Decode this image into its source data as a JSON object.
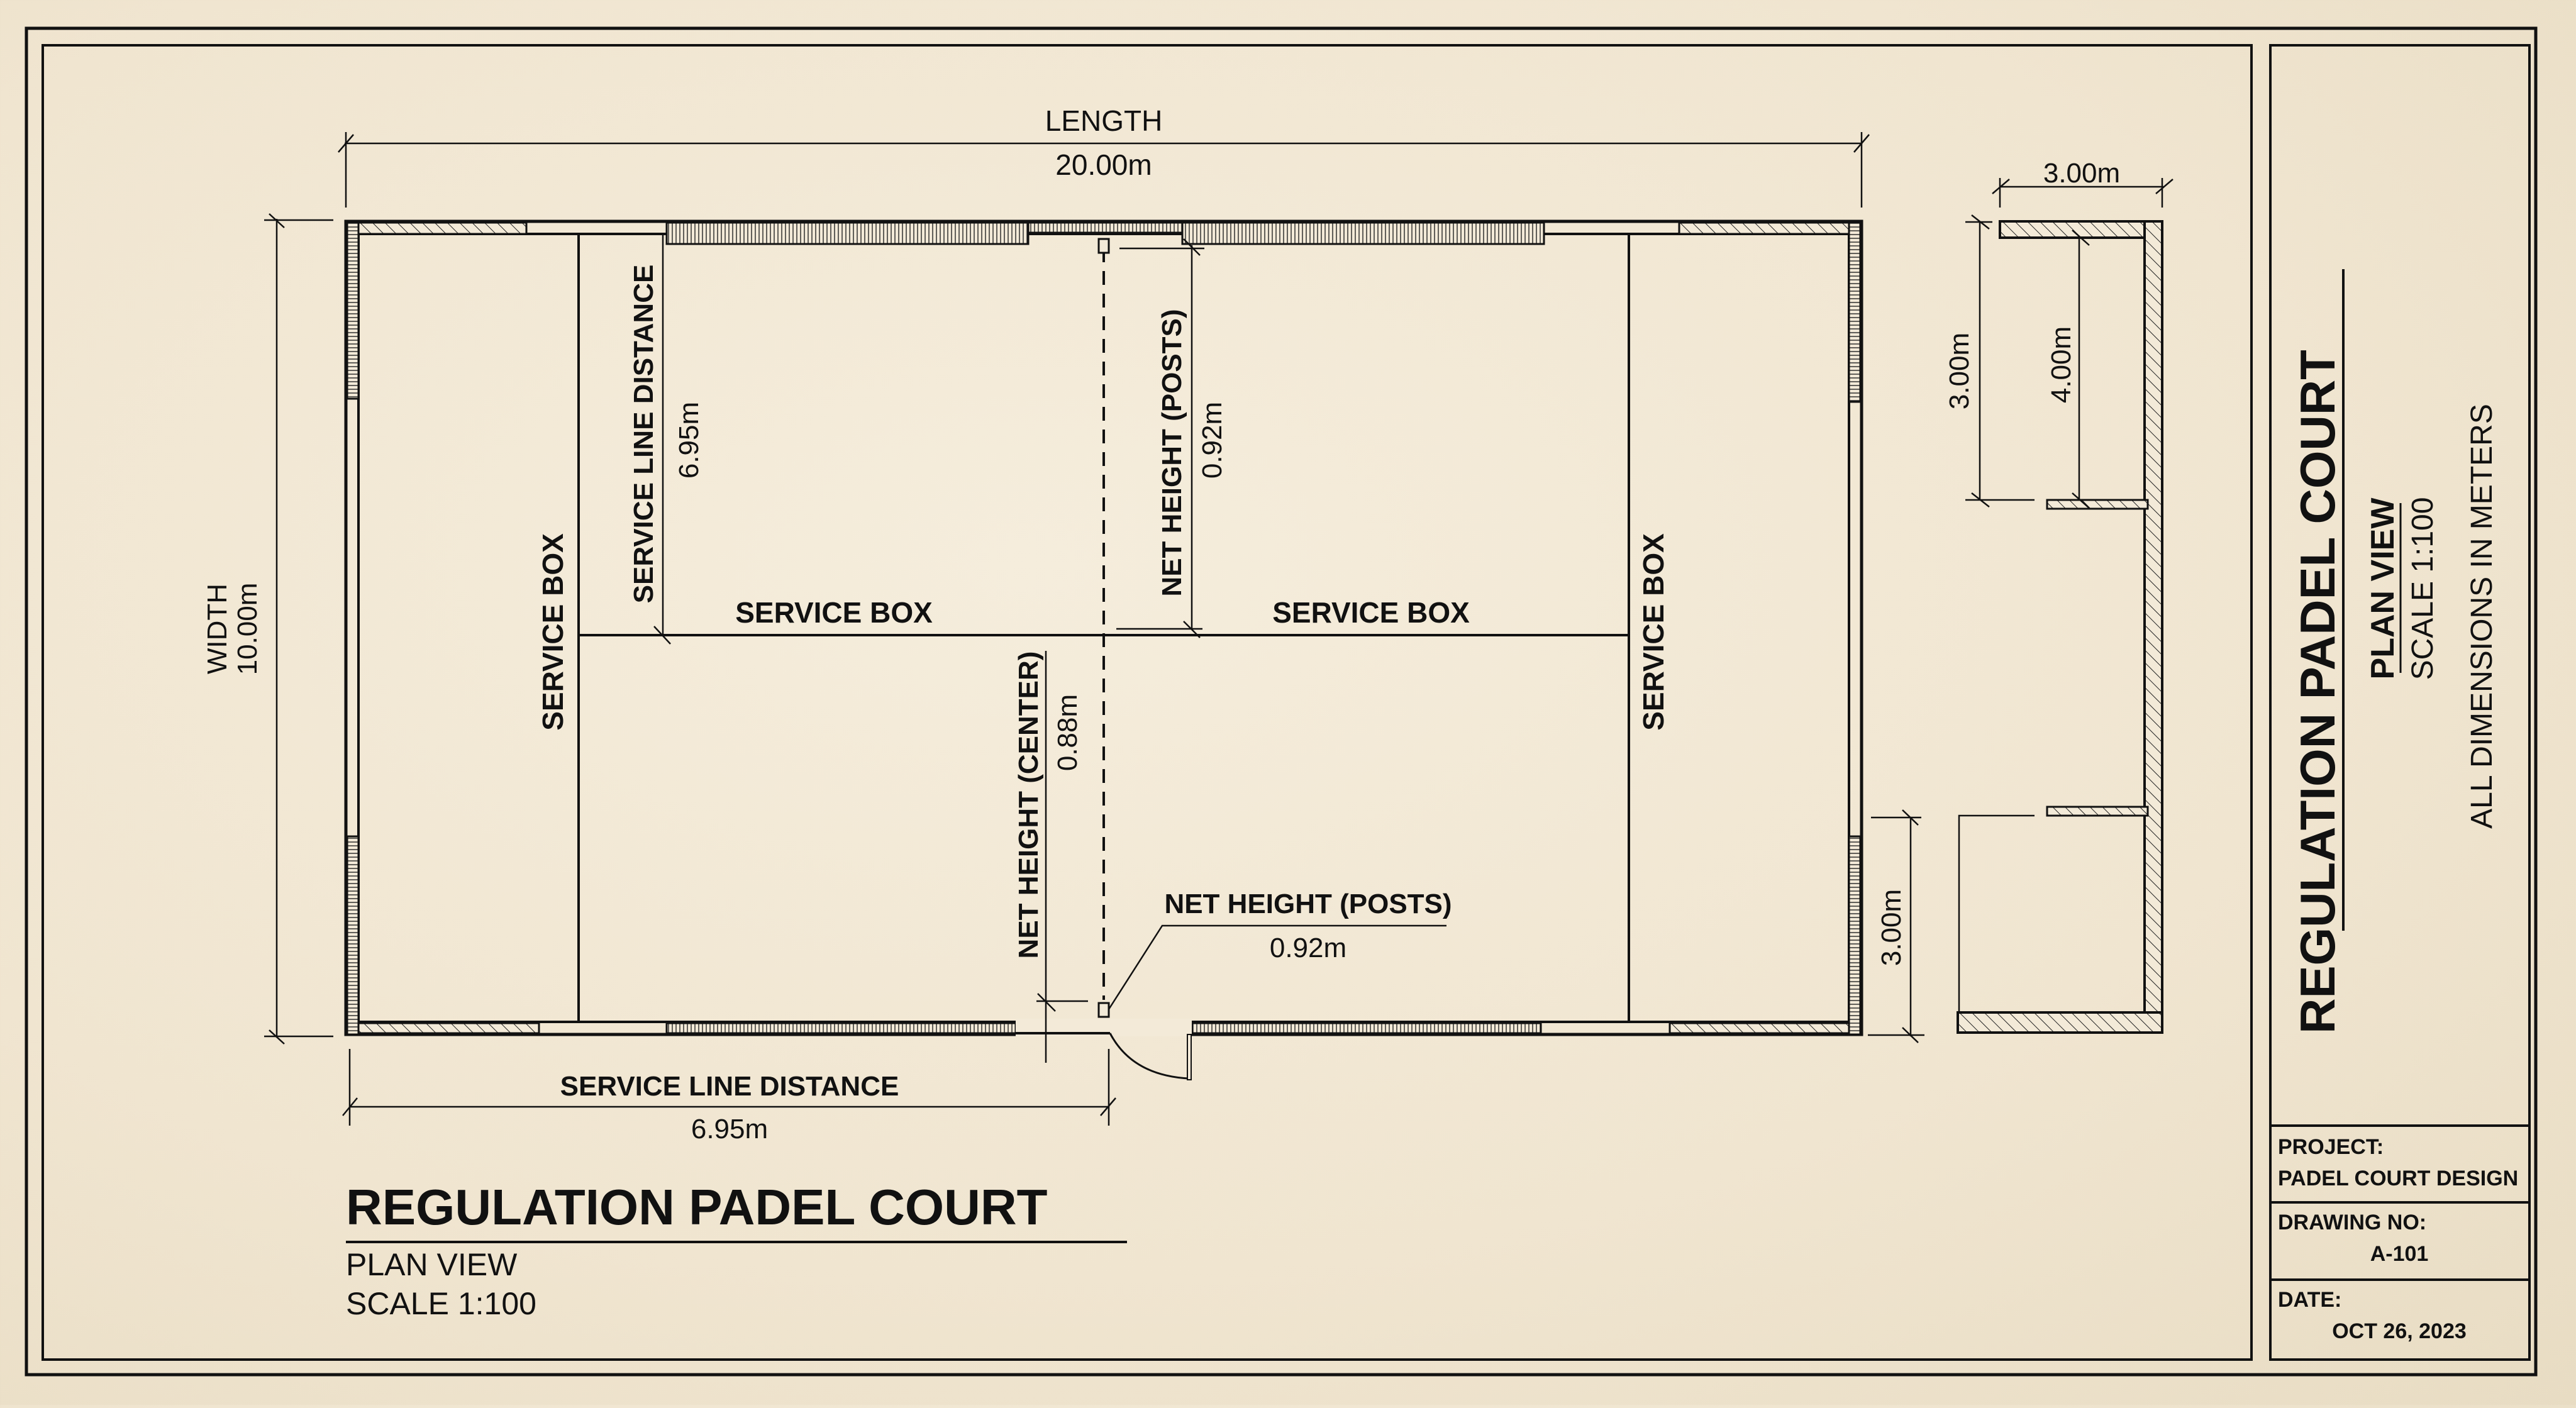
{
  "drawing": {
    "title": "REGULATION PADEL COURT",
    "view": "PLAN VIEW",
    "scale": "SCALE 1:100"
  },
  "dimensions": {
    "length_label": "LENGTH",
    "length_value": "20.00m",
    "width_label": "WIDTH",
    "width_value": "10.00m",
    "service_line_label": "SERVICE LINE DISTANCE",
    "service_line_value": "6.95m",
    "service_line_vertical_label": "SERVICE LINE DISTANCE",
    "service_line_vertical_value": "6.95m",
    "net_posts_label": "NET HEIGHT (POSTS)",
    "net_posts_value": "0.92m",
    "net_center_label": "NET HEIGHT (CENTER)",
    "net_center_value": "0.88m",
    "net_posts_leader_label": "NET HEIGHT (POSTS)",
    "net_posts_leader_value": "0.92m",
    "right_corner_value": "3.00m"
  },
  "zones": {
    "left_service_box": "SERVICE BOX",
    "center_left_service_box": "SERVICE BOX",
    "center_right_service_box": "SERVICE BOX",
    "right_service_box": "SERVICE BOX"
  },
  "detail": {
    "top_width": "3.00m",
    "left_height": "3.00m",
    "inner_height": "4.00m"
  },
  "title_block": {
    "title": "REGULATION PADEL COURT",
    "view": "PLAN VIEW",
    "scale": "SCALE 1:100",
    "note": "ALL DIMENSIONS IN METERS",
    "project_label": "PROJECT:",
    "project_value": "PADEL COURT DESIGN",
    "drawing_no_label": "DRAWING NO:",
    "drawing_no_value": "A-101",
    "date_label": "DATE:",
    "date_value": "OCT 26, 2023"
  },
  "colors": {
    "paper": "#f3ead8",
    "ink": "#111111"
  }
}
